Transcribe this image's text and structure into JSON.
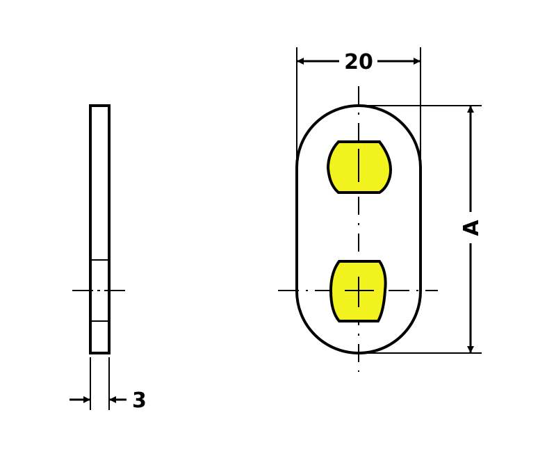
{
  "drawing": {
    "dimensions": {
      "width_label": "20",
      "height_label": "A",
      "thickness_label": "3"
    },
    "colors": {
      "line": "#000000",
      "slot_fill": "#f2f21e",
      "background": "#ffffff"
    }
  }
}
